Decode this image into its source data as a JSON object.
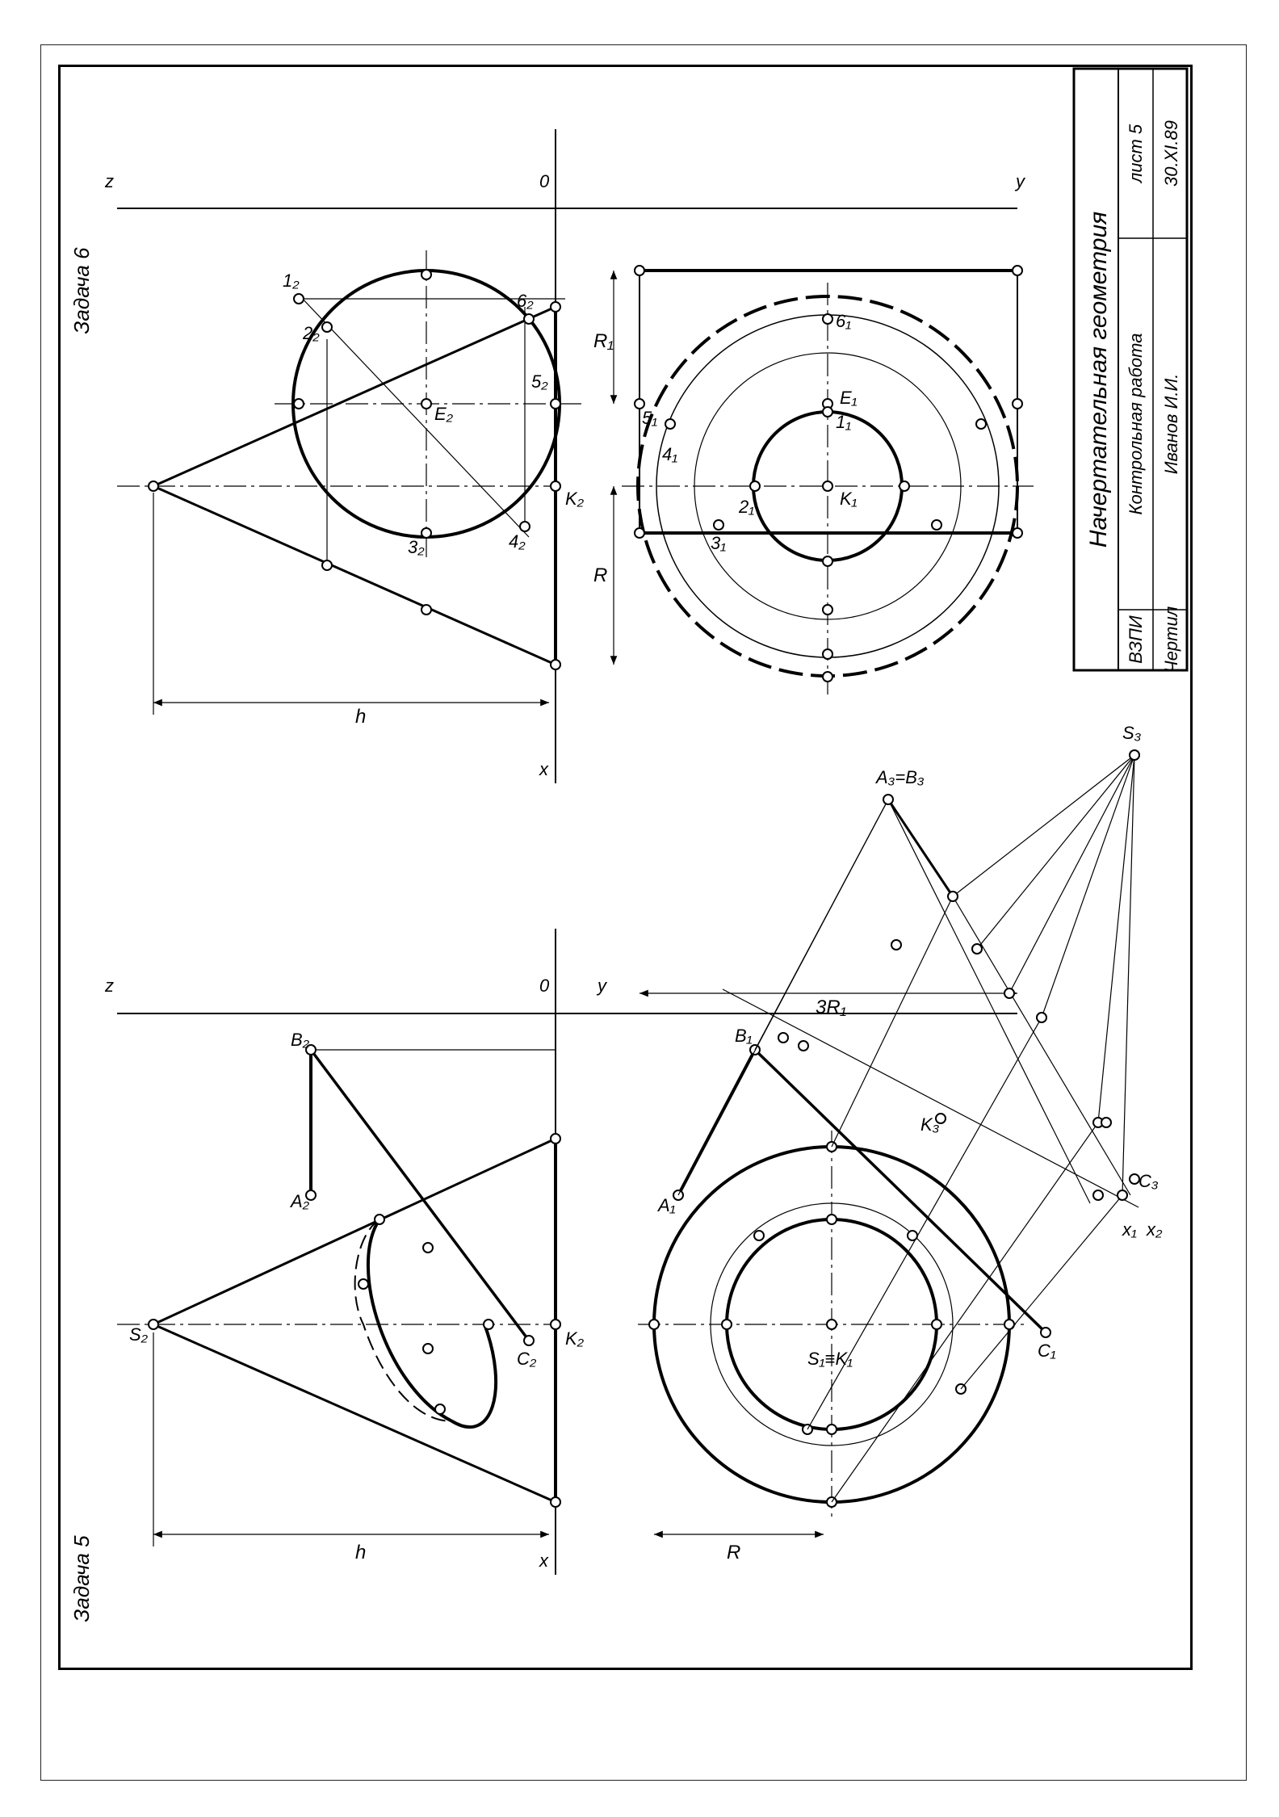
{
  "sheet": {
    "title_block": {
      "title": "Начертательная геометрия",
      "organization": "ВЗПИ",
      "work_type": "Контрольная работа",
      "sheet_number": "лист 5",
      "drawn_by_label": "Чертил",
      "author": "Иванов И.И.",
      "date": "30.XI.89"
    }
  },
  "task5": {
    "title": "Задача 5",
    "axes": {
      "z": "z",
      "x": "x",
      "y": "y",
      "origin": "0"
    },
    "dims": {
      "h": "h",
      "R": "R"
    },
    "points": {
      "S2": "S₂",
      "A2": "A₂",
      "B2": "B₂",
      "C2": "C₂",
      "K2": "K₂",
      "A1": "A₁",
      "B1": "B₁",
      "C1": "C₁",
      "S1K1": "S₁≡K₁",
      "A3B3": "A₃=B₃",
      "S3": "S₃",
      "K3": "K₃",
      "C3": "C₃",
      "x1": "x₁",
      "x2": "x₂"
    }
  },
  "task6": {
    "title": "Задача 6",
    "axes": {
      "z": "z",
      "x": "x",
      "y": "y",
      "origin": "0"
    },
    "dims": {
      "h": "h",
      "R": "R",
      "R1": "R₁",
      "threeR1": "3R₁"
    },
    "front_points": {
      "p1": "1₂",
      "p2": "2₂",
      "p3": "3₂",
      "p4": "4₂",
      "p5": "5₂",
      "p6": "6₂",
      "E": "E₂",
      "K": "K₂"
    },
    "top_points": {
      "p1": "1₁",
      "p2": "2₁",
      "p3": "3₁",
      "p4": "4₁",
      "p5": "5₁",
      "p6": "6₁",
      "E": "E₁",
      "K": "K₁"
    }
  }
}
